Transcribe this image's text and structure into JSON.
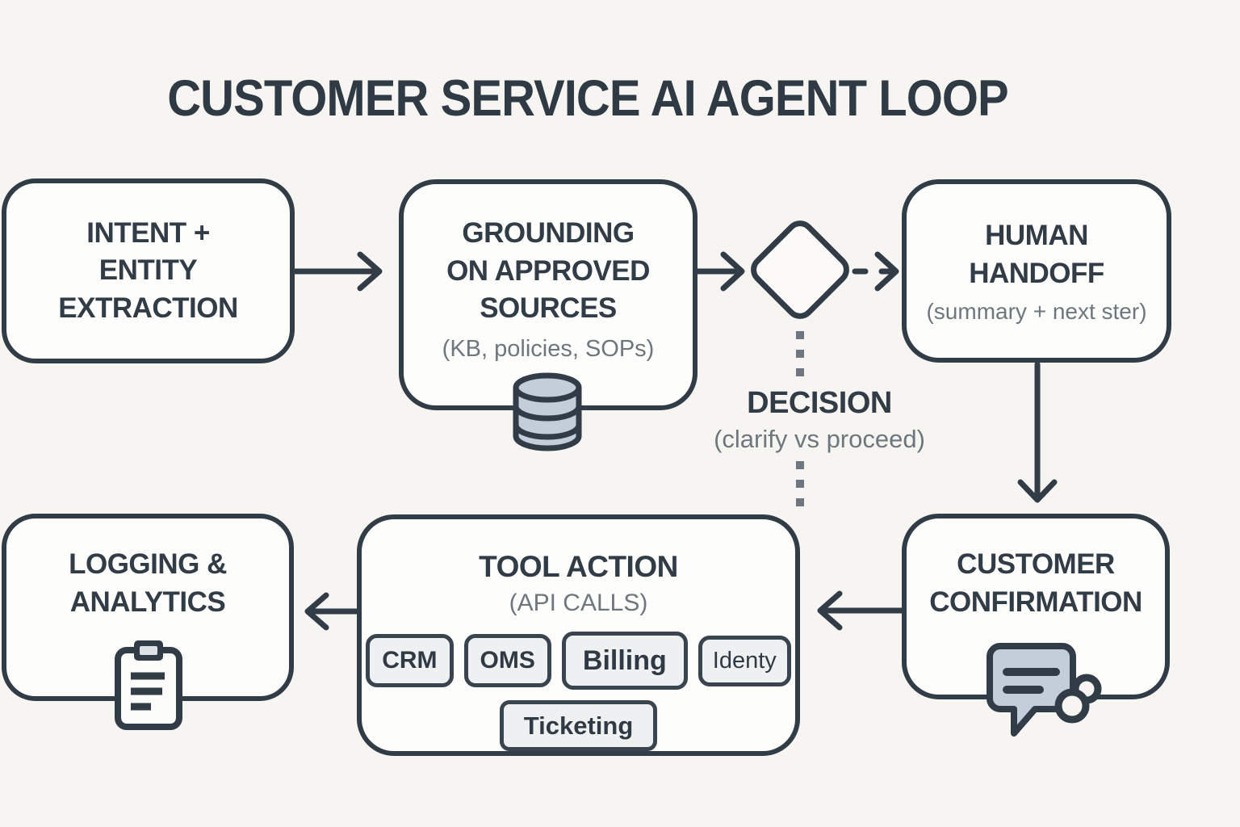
{
  "title": "CUSTOMER SERVICE AI AGENT LOOP",
  "colors": {
    "outline": "#313c46",
    "text_primary": "#2f3a44",
    "text_secondary": "#6e767e",
    "canvas_background": "#f7f5f1",
    "node_fill": "#fdfdfb",
    "icon_fill": "#c3ced9",
    "chip_fill": "#eef0f1"
  },
  "nodes": {
    "intent": {
      "title": "INTENT +\nENTITY\nEXTRACTION"
    },
    "grounding": {
      "title": "GROUNDING\nON APPROVED\nSOURCES",
      "subtitle": "(KB, policies, SOPs)",
      "icon": "database-icon"
    },
    "decision": {
      "label": "DECISION",
      "sublabel": "(clarify vs proceed)",
      "shape": "diamond"
    },
    "handoff": {
      "title": "HUMAN\nHANDOFF",
      "subtitle": "(summary + next ster)"
    },
    "confirmation": {
      "title": "CUSTOMER\nCONFIRMATION",
      "icon": "chat-bubble-loop-icon"
    },
    "tool_action": {
      "title": "TOOL ACTION",
      "subtitle": "(API CALLS)",
      "chips": [
        "CRM",
        "OMS",
        "Billing",
        "Identy",
        "Ticketing"
      ]
    },
    "logging": {
      "title": "LOGGING &\nANALYTICS",
      "icon": "clipboard-icon"
    }
  },
  "connectors": [
    {
      "from": "intent",
      "to": "grounding",
      "style": "solid-arrow"
    },
    {
      "from": "grounding",
      "to": "decision",
      "style": "solid-arrow"
    },
    {
      "from": "decision",
      "to": "handoff",
      "style": "dashed-arrow"
    },
    {
      "from": "decision",
      "to": "tool_action",
      "style": "dotted-line"
    },
    {
      "from": "handoff",
      "to": "confirmation",
      "style": "solid-arrow"
    },
    {
      "from": "confirmation",
      "to": "tool_action",
      "style": "solid-arrow"
    },
    {
      "from": "tool_action",
      "to": "logging",
      "style": "solid-arrow"
    }
  ]
}
